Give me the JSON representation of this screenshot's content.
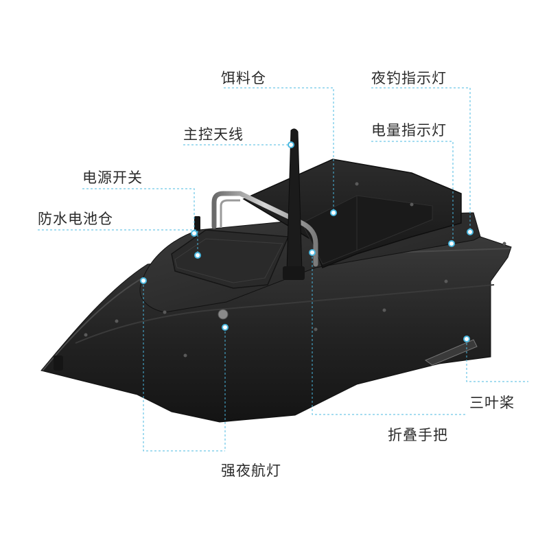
{
  "callouts": {
    "bait_hopper": "饵料仓",
    "night_fishing_indicator": "夜钓指示灯",
    "main_antenna": "主控天线",
    "battery_level_indicator": "电量指示灯",
    "power_switch": "电源开关",
    "waterproof_battery_box": "防水电池仓",
    "three_blade_propeller": "三叶桨",
    "folding_handle": "折叠手把",
    "strong_night_navigation_light": "强夜航灯"
  },
  "colors": {
    "leader_line": "#4ab8e0",
    "hull": "#1e1e1e",
    "label_text": "#2a2a2a",
    "background": "#ffffff"
  }
}
